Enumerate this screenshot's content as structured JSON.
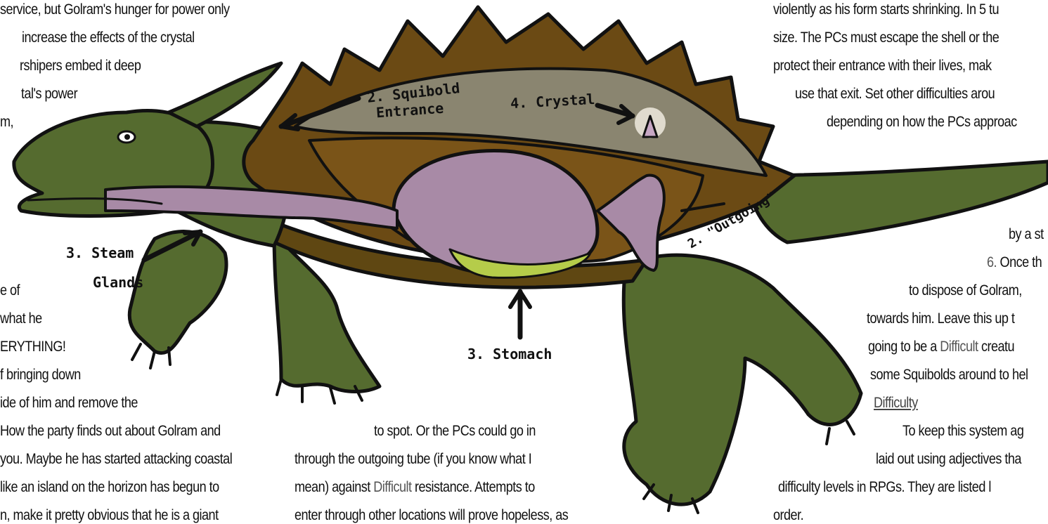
{
  "left_column": [
    "service, but Golram's hunger for power only",
    "increase the effects of the crystal",
    "rshipers embed it deep",
    "tal's  power",
    "m,",
    "e of",
    "what he",
    "ERYTHING!",
    "f  bringing  down",
    "ide  of  him  and  remove  the",
    "How the party finds out about Golram and",
    "you. Maybe he has started attacking coastal",
    "like an island on the horizon has begun to",
    "n, make it pretty obvious that he is a giant"
  ],
  "middle_column": {
    "line1": "to spot. Or the PCs could go in",
    "line2": "through the outgoing tube (if you know what I",
    "line3_before": "mean) against ",
    "line3_keyword": "Difficult",
    "line3_after": " resistance. Attempts to",
    "line4": "enter through other locations will prove hopeless, as"
  },
  "right_column": {
    "r1": "violently as his form starts shrinking. In 5 tu",
    "r2": "size. The PCs must escape the shell or the",
    "r3": "protect their entrance with their lives, mak",
    "r4": "use  that  exit.  Set  other  difficulties  arou",
    "r5": "depending on how the PCs approac",
    "r6": "by a st",
    "r7_num": "6.",
    "r7_text": " Once th",
    "r8": "to  dispose  of  Golram,",
    "r9": "towards  him.  Leave  this  up  t",
    "r10_before": "going to be a ",
    "r10_keyword": "Difficult",
    "r10_after": " creatu",
    "r11": "some Squibolds around to hel",
    "r12_link": "Difficulty",
    "r13": "To  keep  this  system  ag",
    "r14": "laid out using adjectives tha",
    "r15": "difficulty  levels  in  RPGs.  They  are  listed  l",
    "r16": "order."
  },
  "illustration_labels": {
    "squibold_entrance_1": "2. Squibold",
    "squibold_entrance_2": "Entrance",
    "crystal": "4. Crystal",
    "steam_glands_1": "3. Steam",
    "steam_glands_2": "Glands",
    "outgoing": "2. \"Outgoing\"",
    "stomach": "3. Stomach"
  },
  "colors": {
    "skin": "#556b2f",
    "shell": "#6b4a14",
    "interior": "#8a8570",
    "organ": "#a88aa6",
    "stomach": "#b5cc4a",
    "outline": "#111111"
  }
}
